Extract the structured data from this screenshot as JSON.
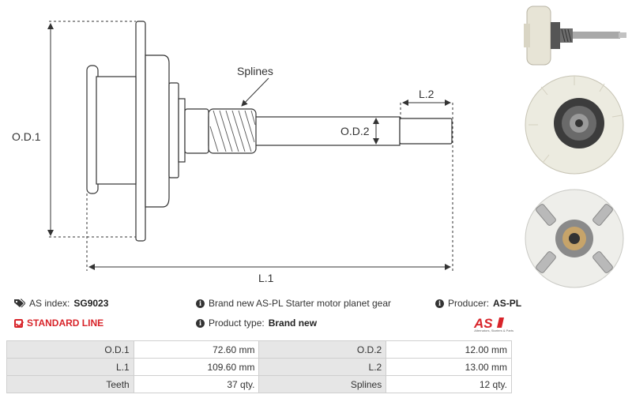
{
  "drawing": {
    "label_od1": "O.D.1",
    "label_od2": "O.D.2",
    "label_l1": "L.1",
    "label_l2": "L.2",
    "label_splines": "Splines"
  },
  "info": {
    "as_index_label": "AS index:",
    "as_index_value": "SG9023",
    "standard_line": "STANDARD LINE",
    "description": "Brand new AS-PL Starter motor planet gear",
    "product_type_label": "Product type:",
    "product_type_value": "Brand new",
    "producer_label": "Producer:",
    "producer_value": "AS-PL"
  },
  "logo": {
    "mark": "AS",
    "tagline": "Alternators, Starters & Parts"
  },
  "specs": [
    {
      "label1": "O.D.1",
      "value1": "72.60 mm",
      "label2": "O.D.2",
      "value2": "12.00 mm"
    },
    {
      "label1": "L.1",
      "value1": "109.60 mm",
      "label2": "L.2",
      "value2": "13.00 mm"
    },
    {
      "label1": "Teeth",
      "value1": "37 qty.",
      "label2": "Splines",
      "value2": "12 qty."
    }
  ],
  "colors": {
    "accent_red": "#d8242a",
    "label_bg": "#e6e6e6",
    "border": "#cfcfcf"
  }
}
